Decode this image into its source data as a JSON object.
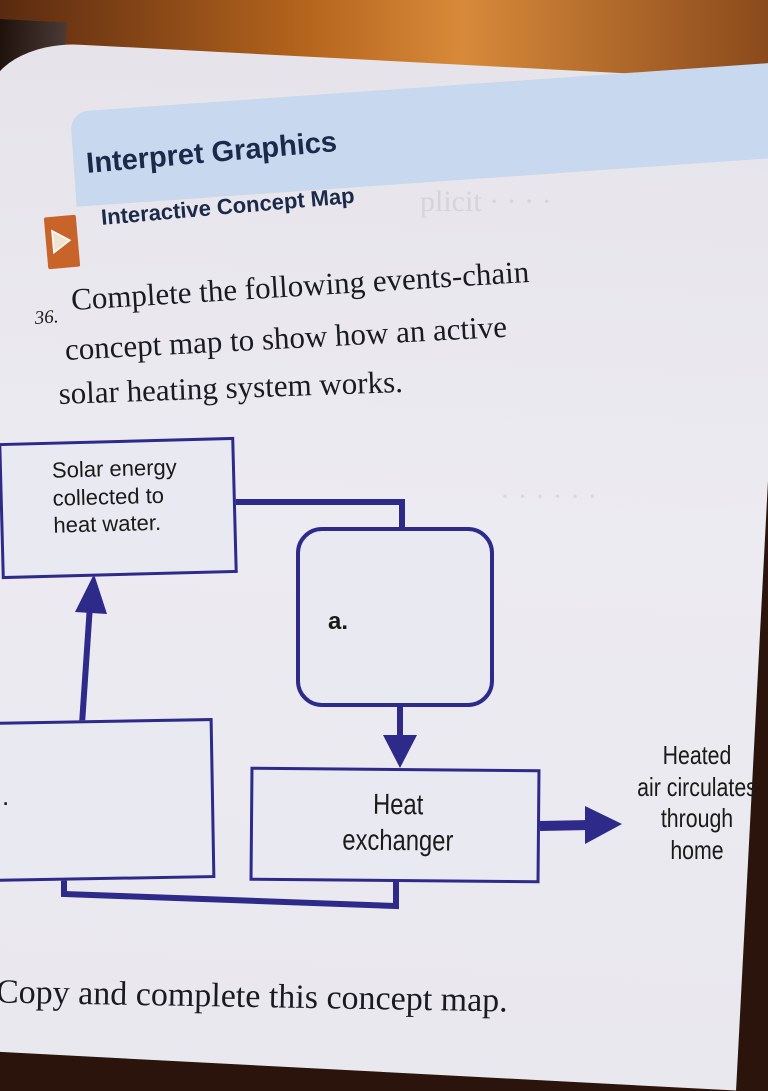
{
  "header": {
    "title": "Interpret Graphics",
    "subtitle": "Interactive Concept Map"
  },
  "question": {
    "number": "36.",
    "lines": [
      "Complete the following events-chain",
      "concept map to show how an active",
      "solar heating system works."
    ]
  },
  "concept_map": {
    "box_solar": [
      "Solar energy",
      "collected to",
      "heat water."
    ],
    "box_a": "a.",
    "box_heat_exchanger": [
      "Heat",
      "exchanger"
    ],
    "heated_air": [
      "Heated",
      "air circulates",
      "through",
      "home"
    ],
    "box_left_label": "."
  },
  "footer": "Copy and complete this concept map.",
  "colors": {
    "box_border": "#2e2a8a",
    "arrow": "#2e2a8a",
    "header_band": "#c8d8ee",
    "play_icon": "#c8642a"
  },
  "icons": [
    "play-icon"
  ]
}
